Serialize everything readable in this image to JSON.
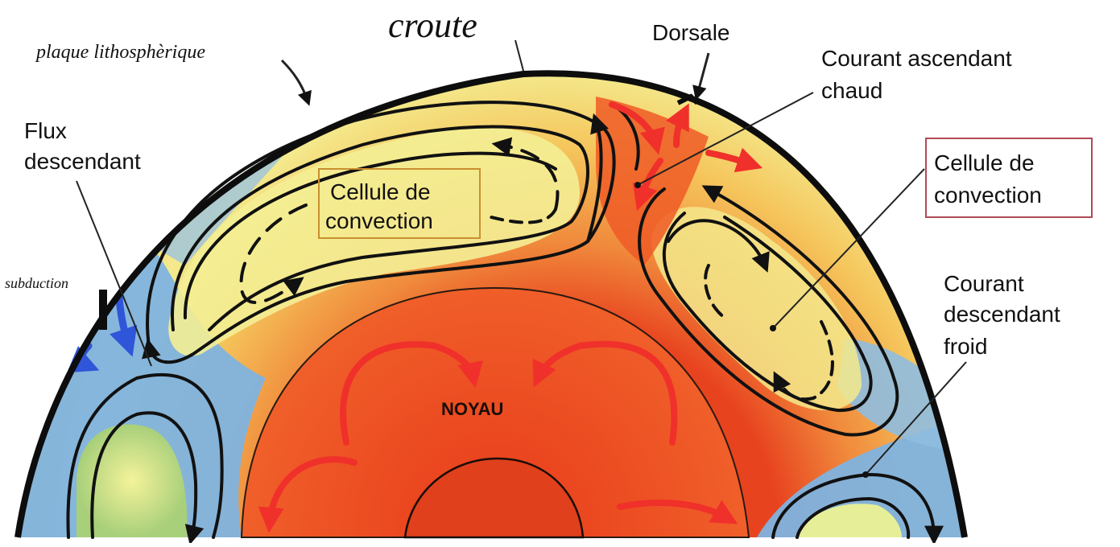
{
  "labels": {
    "croute": "croute",
    "plaque": "plaque lithosphèrique",
    "dorsale": "Dorsale",
    "courant_ascendant_l1": "Courant ascendant",
    "courant_ascendant_l2": "chaud",
    "flux_desc_l1": "Flux",
    "flux_desc_l2": "descendant",
    "cellule_left_l1": "Cellule de",
    "cellule_left_l2": "convection",
    "cellule_right_l1": "Cellule de",
    "cellule_right_l2": "convection",
    "subduction": "subduction",
    "courant_desc_l1": "Courant",
    "courant_desc_l2": "descendant",
    "courant_desc_l3": "froid",
    "noyau": "NOYAU"
  },
  "colors": {
    "mantle_hot": "#e8431f",
    "mantle_warm": "#f49a45",
    "mantle_mid": "#f7d66a",
    "mantle_cool": "#f4f19a",
    "mantle_cold": "#7fb3df",
    "core": "#e34a1f",
    "inner_core": "#e0401c",
    "hot_arrow": "#f0302a",
    "cold_arrow": "#2f55d8",
    "label_box_left": "#c98f2f",
    "label_box_right": "#b04a55",
    "outline": "#111111"
  }
}
